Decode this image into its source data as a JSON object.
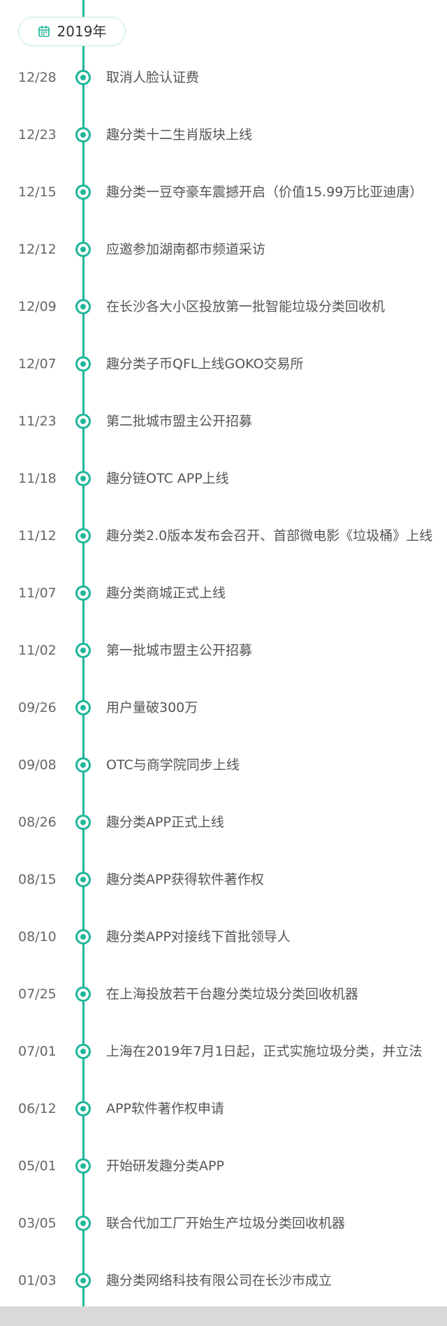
{
  "year_badge": {
    "label": "2019年"
  },
  "events": [
    {
      "date": "12/28",
      "text": "取消人脸认证费"
    },
    {
      "date": "12/23",
      "text": "趣分类十二生肖版块上线"
    },
    {
      "date": "12/15",
      "text": "趣分类一豆夺豪车震撼开启（价值15.99万比亚迪唐）"
    },
    {
      "date": "12/12",
      "text": "应邀参加湖南都市频道采访"
    },
    {
      "date": "12/09",
      "text": "在长沙各大小区投放第一批智能垃圾分类回收机"
    },
    {
      "date": "12/07",
      "text": "趣分类子币QFL上线GOKO交易所"
    },
    {
      "date": "11/23",
      "text": "第二批城市盟主公开招募"
    },
    {
      "date": "11/18",
      "text": "趣分链OTC APP上线"
    },
    {
      "date": "11/12",
      "text": "趣分类2.0版本发布会召开、首部微电影《垃圾桶》上线"
    },
    {
      "date": "11/07",
      "text": "趣分类商城正式上线"
    },
    {
      "date": "11/02",
      "text": "第一批城市盟主公开招募"
    },
    {
      "date": "09/26",
      "text": "用户量破300万"
    },
    {
      "date": "09/08",
      "text": "OTC与商学院同步上线"
    },
    {
      "date": "08/26",
      "text": "趣分类APP正式上线"
    },
    {
      "date": "08/15",
      "text": "趣分类APP获得软件著作权"
    },
    {
      "date": "08/10",
      "text": "趣分类APP对接线下首批领导人"
    },
    {
      "date": "07/25",
      "text": "在上海投放若干台趣分类垃圾分类回收机器"
    },
    {
      "date": "07/01",
      "text": "上海在2019年7月1日起，正式实施垃圾分类，并立法"
    },
    {
      "date": "06/12",
      "text": "APP软件著作权申请"
    },
    {
      "date": "05/01",
      "text": "开始研发趣分类APP"
    },
    {
      "date": "03/05",
      "text": "联合代加工厂开始生产垃圾分类回收机器"
    },
    {
      "date": "01/03",
      "text": "趣分类网络科技有限公司在长沙市成立"
    }
  ],
  "icons": {
    "year_badge_icon": "calendar-icon"
  },
  "colors": {
    "accent": "#1fb69a",
    "badge_border": "#bfe9df",
    "date_text": "#666666",
    "event_text": "#555555",
    "year_text": "#333333",
    "bottom_bar": "#d9d9d9"
  }
}
